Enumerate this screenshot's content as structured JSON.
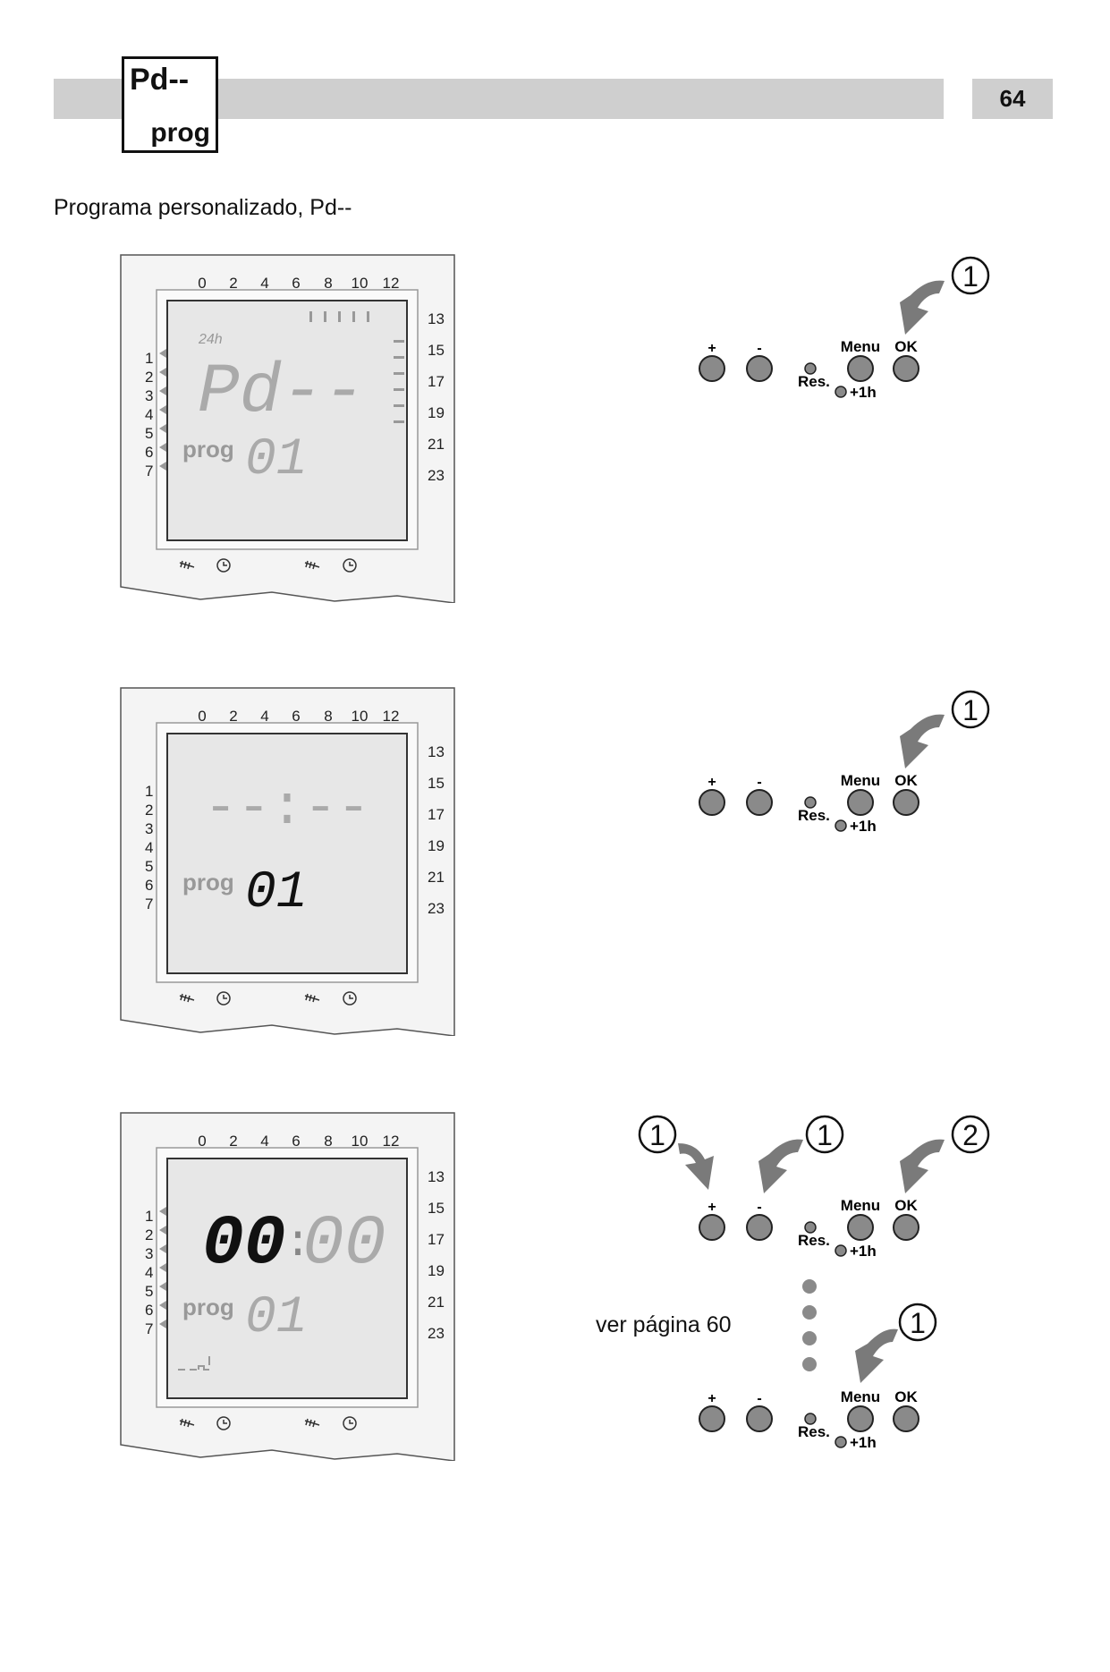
{
  "header": {
    "page_number": "64",
    "icon_top": "Pd--",
    "icon_bottom": "prog"
  },
  "title": "Programa personalizado, Pd--",
  "lcd_scale": {
    "top": [
      "0",
      "2",
      "4",
      "6",
      "8",
      "10",
      "12"
    ],
    "right": [
      "13",
      "15",
      "17",
      "19",
      "21",
      "23"
    ],
    "days": [
      "1",
      "2",
      "3",
      "4",
      "5",
      "6",
      "7"
    ]
  },
  "screens": [
    {
      "main": "Pd--",
      "sub_label": "prog",
      "sub_digits": "01",
      "badge": "24h"
    },
    {
      "main": "--:--",
      "sub_label": "prog",
      "sub_digits": "01"
    },
    {
      "main_dark": "00",
      "colon": ":",
      "main_light": "00",
      "sub_label": "prog",
      "sub_digits": "01"
    }
  ],
  "buttons": {
    "plus": "+",
    "minus": "-",
    "menu": "Menu",
    "ok": "OK",
    "res": "Res.",
    "plus1h": "+1h"
  },
  "steps": {
    "one": "1",
    "two": "2"
  },
  "ver_pagina": "ver página 60"
}
